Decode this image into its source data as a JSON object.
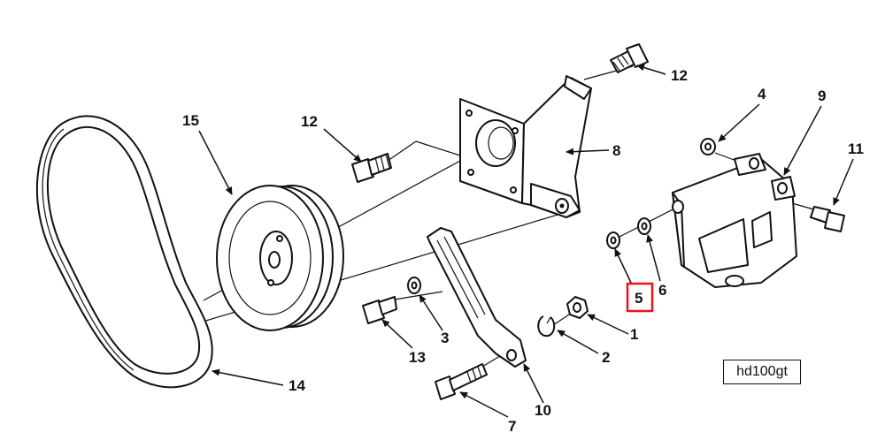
{
  "diagram": {
    "callouts": {
      "c1": "1",
      "c2": "2",
      "c3": "3",
      "c4": "4",
      "c5": "5",
      "c6": "6",
      "c7": "7",
      "c8": "8",
      "c9": "9",
      "c10": "10",
      "c11": "11",
      "c12a": "12",
      "c12b": "12",
      "c13": "13",
      "c14": "14",
      "c15": "15"
    },
    "highlighted_callout": "5",
    "highlight_color": "#e8141b",
    "figure_id": "hd100gt"
  }
}
